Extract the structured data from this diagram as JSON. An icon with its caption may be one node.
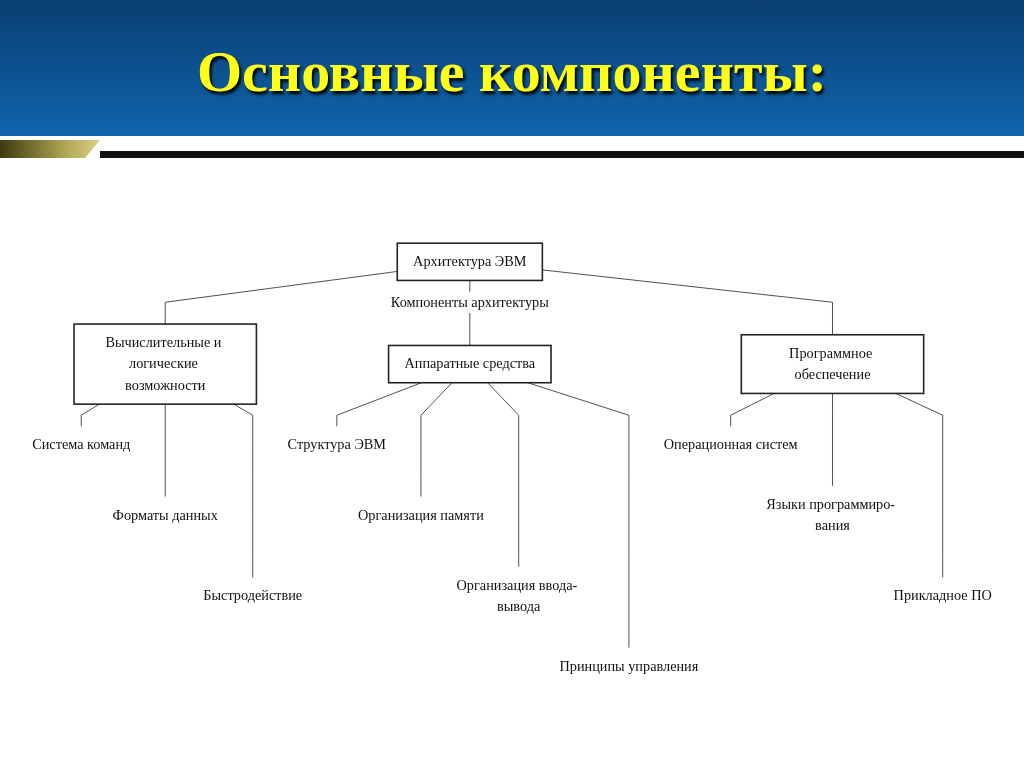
{
  "diagram": {
    "title": "Основные компоненты:",
    "nodes": [
      {
        "text": [
          "Архитектура ЭВМ"
        ]
      },
      {
        "text": [
          "Вычислительные и логические возможности"
        ]
      },
      {
        "text": [
          "Аппаратные средства"
        ]
      },
      {
        "text": [
          "Программное обеспечение"
        ]
      },
      {
        "text": [
          "Система команд"
        ]
      },
      {
        "text": [
          "Форматы данных"
        ]
      },
      {
        "text": [
          "Быстродействие"
        ]
      },
      {
        "text": [
          "Структура ЭВМ"
        ]
      },
      {
        "text": [
          "Организация памяти"
        ]
      },
      {
        "text": [
          "Организация ввода- вывода"
        ]
      },
      {
        "text": [
          "Принципы управления"
        ]
      },
      {
        "text": [
          "Операционная систем"
        ]
      },
      {
        "text": [
          "Языки программиро- вания"
        ]
      },
      {
        "text": [
          "Прикладное ПО"
        ]
      }
    ],
    "edges": [
      {
        "from": 0,
        "to": 1,
        "arrow": "none"
      },
      {
        "from": 0,
        "to": 2,
        "arrow": "none",
        "label": "Компоненты архитектуры"
      },
      {
        "from": 0,
        "to": 3,
        "arrow": "none"
      },
      {
        "from": 1,
        "to": 4,
        "arrow": "none"
      },
      {
        "from": 1,
        "to": 5,
        "arrow": "none"
      },
      {
        "from": 1,
        "to": 6,
        "arrow": "none"
      },
      {
        "from": 2,
        "to": 7,
        "arrow": "none"
      },
      {
        "from": 2,
        "to": 8,
        "arrow": "none"
      },
      {
        "from": 2,
        "to": 9,
        "arrow": "none"
      },
      {
        "from": 2,
        "to": 10,
        "arrow": "none"
      },
      {
        "from": 3,
        "to": 11,
        "arrow": "none"
      },
      {
        "from": 3,
        "to": 12,
        "arrow": "none"
      },
      {
        "from": 3,
        "to": 13,
        "arrow": "none"
      }
    ]
  }
}
